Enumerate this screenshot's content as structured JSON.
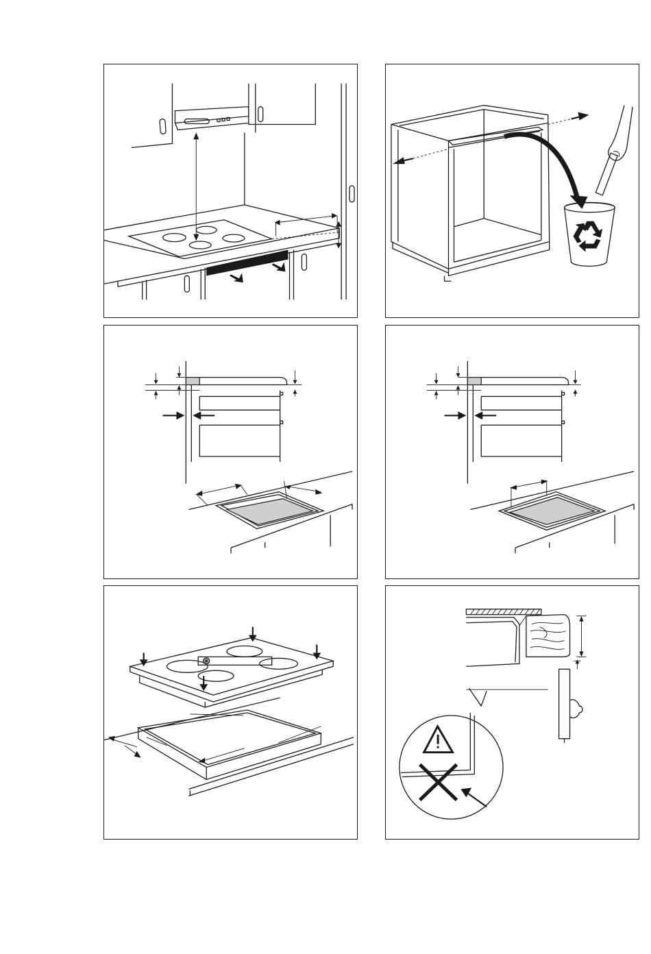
{
  "figures": [
    {
      "id": "fig-1",
      "subject": "hob-installation-clearances"
    },
    {
      "id": "fig-2",
      "subject": "cabinet-remove-rail-recycle"
    },
    {
      "id": "fig-3",
      "subject": "cutout-dimensions-side"
    },
    {
      "id": "fig-4",
      "subject": "cutout-dimensions-front"
    },
    {
      "id": "fig-5",
      "subject": "hob-sealing-and-insertion"
    },
    {
      "id": "fig-6",
      "subject": "protection-board-warning"
    }
  ],
  "icons": {
    "recycle": "recycle-icon",
    "warning": "warning-triangle-icon",
    "prohibited": "cross-icon"
  },
  "colors": {
    "line": "#1a1a1a",
    "grey_fill": "#cfcfcf"
  }
}
